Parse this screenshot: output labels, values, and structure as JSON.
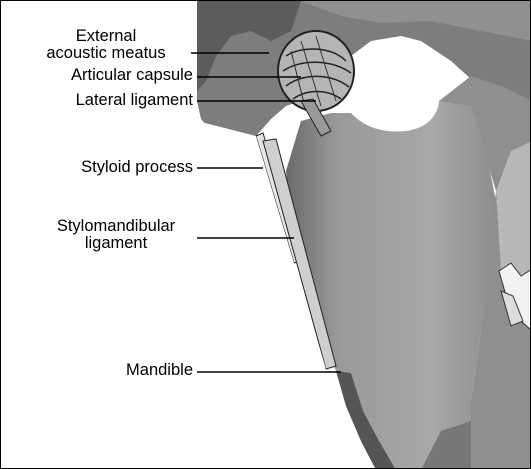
{
  "labels": {
    "external_acoustic_meatus": [
      "External",
      "acoustic meatus"
    ],
    "articular_capsule": "Articular capsule",
    "lateral_ligament": "Lateral ligament",
    "styloid_process": "Styloid process",
    "stylomandibular_ligament": [
      "Stylomandibular",
      "ligament"
    ],
    "mandible": "Mandible"
  }
}
